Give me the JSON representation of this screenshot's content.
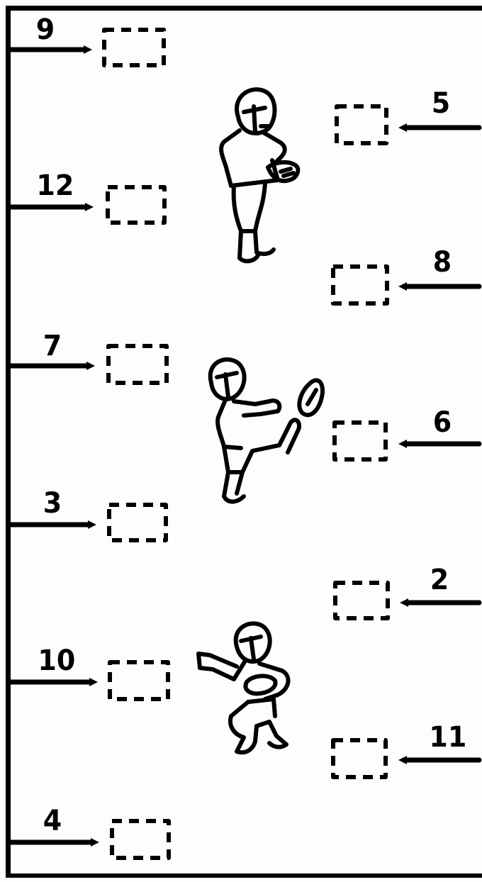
{
  "left_labels": [
    "9",
    "12",
    "7",
    "3",
    "10",
    "4"
  ],
  "right_labels": [
    "5",
    "8",
    "6",
    "2",
    "11"
  ],
  "colors": {
    "ink": "#000000",
    "paper": "#fdfdfb"
  }
}
